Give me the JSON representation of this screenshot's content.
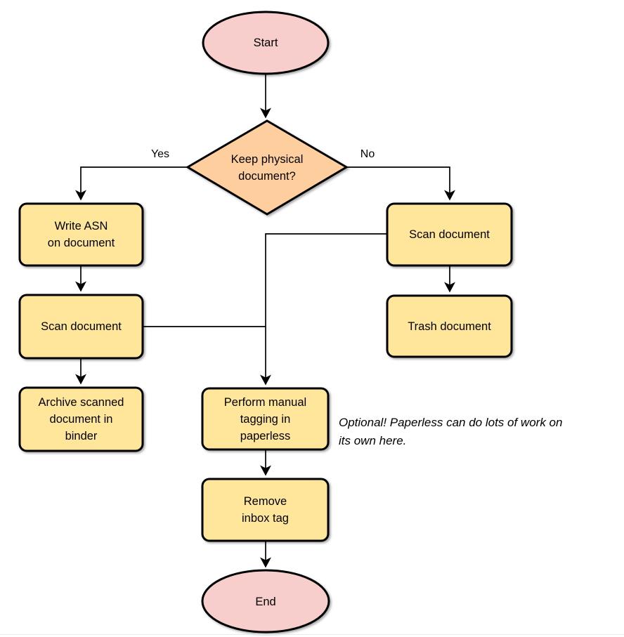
{
  "colors": {
    "terminal_fill": "#f8cecc",
    "decision_fill": "#ffce9e",
    "process_fill": "#ffe69b",
    "shape_stroke": "#000000",
    "edge_stroke": "#000000",
    "text": "#000000"
  },
  "nodes": {
    "start": {
      "label": "Start",
      "type": "terminal"
    },
    "decision": {
      "label": "Keep physical\ndocument?",
      "type": "decision"
    },
    "write_asn": {
      "label": "Write ASN\non document",
      "type": "process"
    },
    "scan_left": {
      "label": "Scan document",
      "type": "process"
    },
    "archive": {
      "label": "Archive scanned\ndocument in\nbinder",
      "type": "process"
    },
    "scan_right": {
      "label": "Scan document",
      "type": "process"
    },
    "trash": {
      "label": "Trash document",
      "type": "process"
    },
    "tagging": {
      "label": "Perform manual\ntagging in\npaperless",
      "type": "process"
    },
    "remove_inbox": {
      "label": "Remove\ninbox tag",
      "type": "process"
    },
    "end": {
      "label": "End",
      "type": "terminal"
    }
  },
  "edge_labels": {
    "yes": "Yes",
    "no": "No"
  },
  "edges": [
    {
      "from": "start",
      "to": "decision",
      "label": ""
    },
    {
      "from": "decision",
      "to": "write_asn",
      "label": "Yes"
    },
    {
      "from": "decision",
      "to": "scan_right",
      "label": "No"
    },
    {
      "from": "write_asn",
      "to": "scan_left",
      "label": ""
    },
    {
      "from": "scan_left",
      "to": "archive",
      "label": ""
    },
    {
      "from": "scan_right",
      "to": "trash",
      "label": ""
    },
    {
      "from": "scan_left",
      "to": "tagging",
      "label": ""
    },
    {
      "from": "scan_right",
      "to": "tagging",
      "label": ""
    },
    {
      "from": "tagging",
      "to": "remove_inbox",
      "label": ""
    },
    {
      "from": "remove_inbox",
      "to": "end",
      "label": ""
    }
  ],
  "annotation": {
    "text": "Optional! Paperless can do lots of work on\nits own here."
  }
}
